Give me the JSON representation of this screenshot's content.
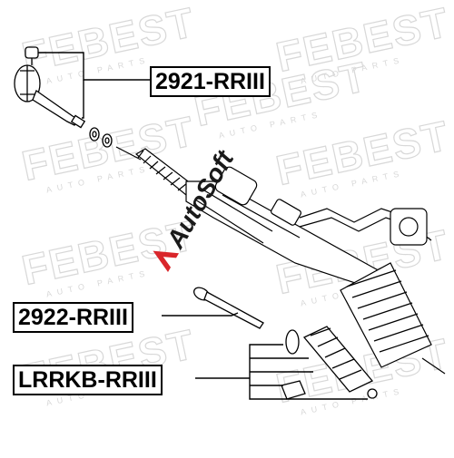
{
  "diagram": {
    "watermark_brand": "FEBEST",
    "watermark_sub": "AUTO PARTS",
    "overlay_logo_text": "AutoSoft",
    "labels": [
      {
        "id": "tie-rod-end",
        "text": "2921-RRIII"
      },
      {
        "id": "inner-tie-rod",
        "text": "2922-RRIII"
      },
      {
        "id": "boot-kit",
        "text": "LRRKB-RRIII"
      }
    ],
    "colors": {
      "line": "#000000",
      "watermark": "#d8d8d8",
      "logo_red": "#d9262b",
      "logo_black": "#1a1a1a"
    }
  }
}
